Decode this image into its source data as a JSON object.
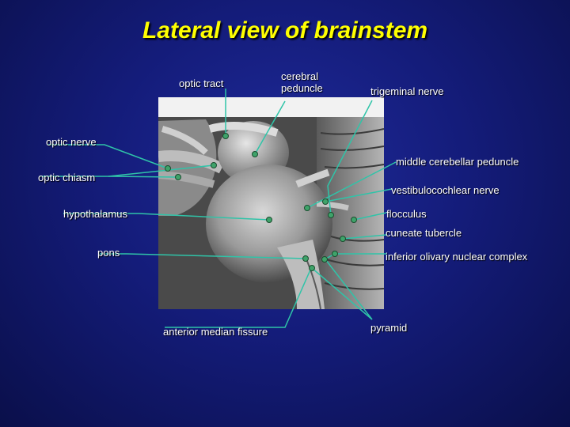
{
  "title": "Lateral view of brainstem",
  "labels": {
    "optic_tract": "optic tract",
    "cerebral_peduncle": "cerebral\npeduncle",
    "trigeminal_nerve": "trigeminal nerve",
    "optic_nerve": "optic nerve",
    "middle_cerebellar_peduncle": "middle cerebellar peduncle",
    "optic_chiasm": "optic chiasm",
    "vestibulocochlear_nerve": "vestibulocochlear nerve",
    "hypothalamus": "hypothalamus",
    "flocculus": "flocculus",
    "cuneate_tubercle": "cuneate tubercle",
    "pons": "pons",
    "inferior_olivary_nuclear_complex": "inferior olivary nuclear complex",
    "anterior_median_fissure": "anterior median fissure",
    "pyramid": "pyramid"
  },
  "colors": {
    "title": "#ffff00",
    "leader_line": "#2fc4a8",
    "marker_fill": "#3fa36a",
    "background": "#141c7a"
  }
}
